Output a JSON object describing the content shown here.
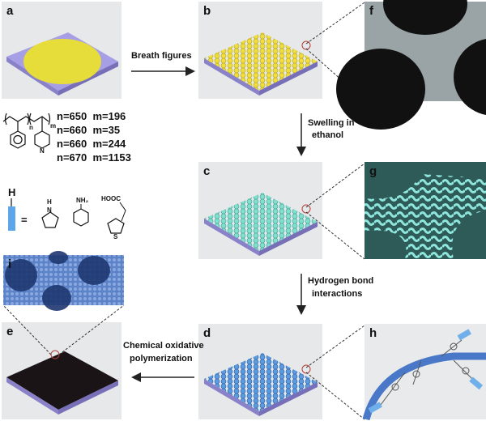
{
  "panels": {
    "a": "a",
    "b": "b",
    "c": "c",
    "d": "d",
    "e": "e",
    "f": "f",
    "g": "g",
    "h": "h",
    "i": "i"
  },
  "steps": {
    "breath": "Breath figures",
    "swelling": [
      "Swelling in",
      "ethanol"
    ],
    "hbond": [
      "Hydrogen bond",
      "interactions"
    ],
    "oxid": [
      "Chemical oxidative",
      "polymerization"
    ]
  },
  "copolymer": {
    "compositions": [
      "n=650  m=196",
      "n=660  m=35",
      "n=660  m=244",
      "n=670  m=1153"
    ],
    "sub_n": "n",
    "sub_m": "m",
    "pyridine_N": "N"
  },
  "monomers": {
    "H": "H",
    "eq": "=",
    "pyrrole_H": "H",
    "pyrrole_N": "N",
    "aniline": "NH₂",
    "thiophene_acid": "HOOC",
    "thiophene_S": "S"
  },
  "colors": {
    "yellow": "#e8d83a",
    "cyan": "#6fd6c8",
    "blue": "#4f8fd8",
    "black": "#1a1416",
    "substrate": "#9f98e0",
    "panel_bg": "#e6e8ea",
    "sem_gray": "#9aa4a6"
  }
}
